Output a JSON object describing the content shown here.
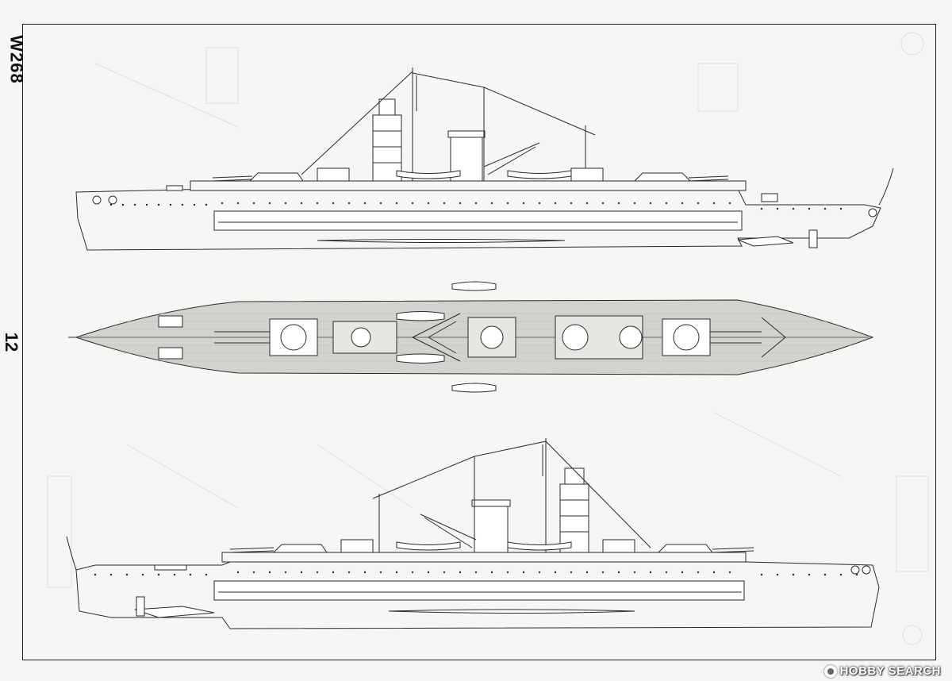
{
  "document": {
    "code": "W268",
    "page_number": "12"
  },
  "watermark": {
    "text": "HOBBY SEARCH"
  },
  "colors": {
    "line": "#2a2a2a",
    "paper": "#f6f6f4",
    "deck": "#d2d2cf",
    "faint": "#dcdcda"
  },
  "drawings": {
    "views": [
      "starboard-side-profile",
      "top-plan",
      "port-side-profile"
    ]
  }
}
